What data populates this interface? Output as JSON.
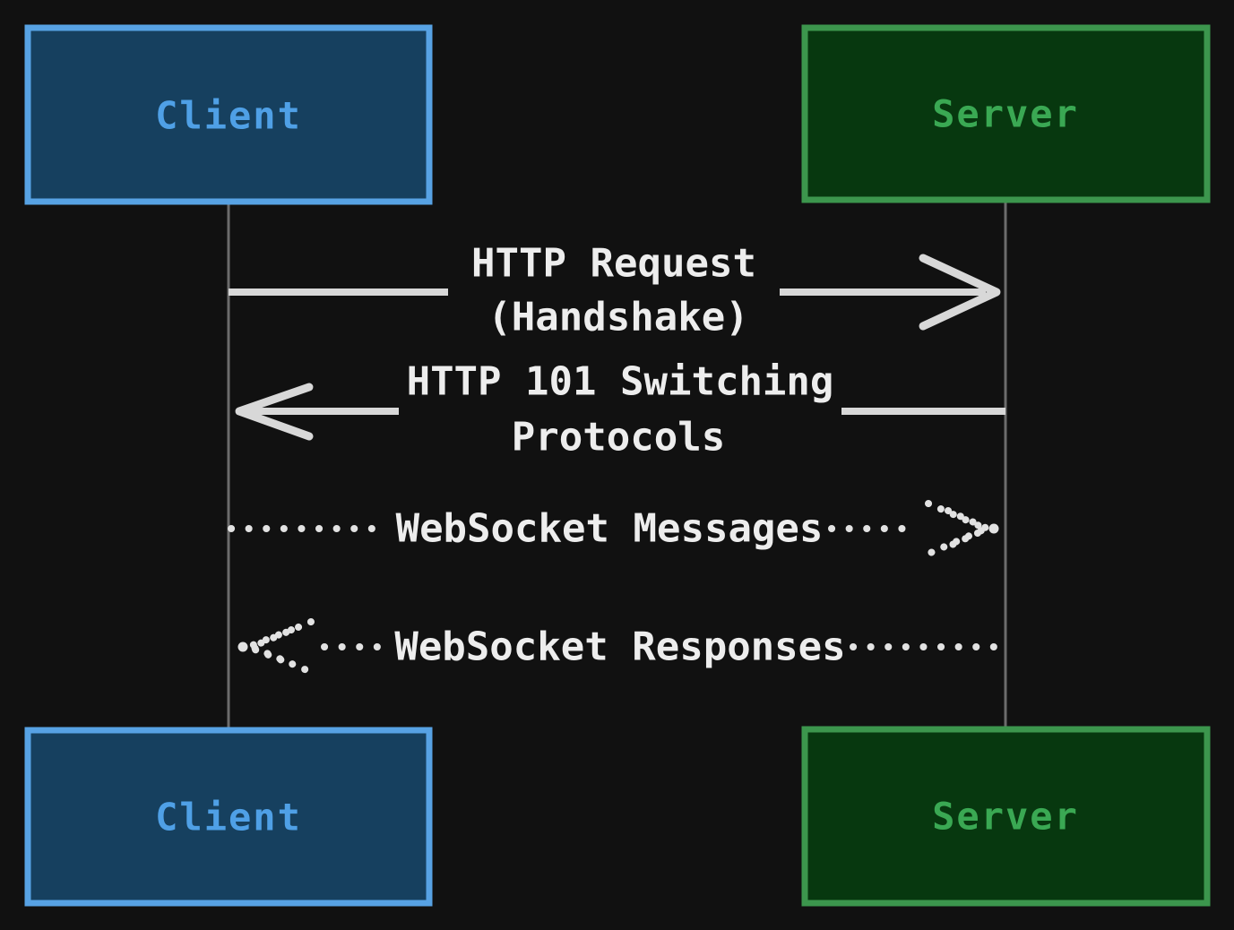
{
  "colors": {
    "background": "#111111",
    "client_fill": "#16405F",
    "client_border": "#57A2E4",
    "client_text": "#4FA0E6",
    "server_fill": "#07380F",
    "server_border": "#3C964D",
    "server_text": "#3AA853",
    "lifeline": "#6C6C6C",
    "arrow": "#D8D8D8",
    "message_text": "#EDEDED",
    "dot": "#E2E2E2"
  },
  "actors": {
    "client": {
      "label": "Client"
    },
    "server": {
      "label": "Server"
    }
  },
  "messages": {
    "http_request": {
      "line1": "HTTP Request",
      "line2": "(Handshake)",
      "from": "Client",
      "to": "Server",
      "style": "solid"
    },
    "http_101": {
      "line1": "HTTP 101 Switching",
      "line2": "Protocols",
      "from": "Server",
      "to": "Client",
      "style": "solid"
    },
    "ws_messages": {
      "label": "WebSocket Messages",
      "from": "Client",
      "to": "Server",
      "style": "dotted"
    },
    "ws_responses": {
      "label": "WebSocket Responses",
      "from": "Server",
      "to": "Client",
      "style": "dotted"
    }
  }
}
